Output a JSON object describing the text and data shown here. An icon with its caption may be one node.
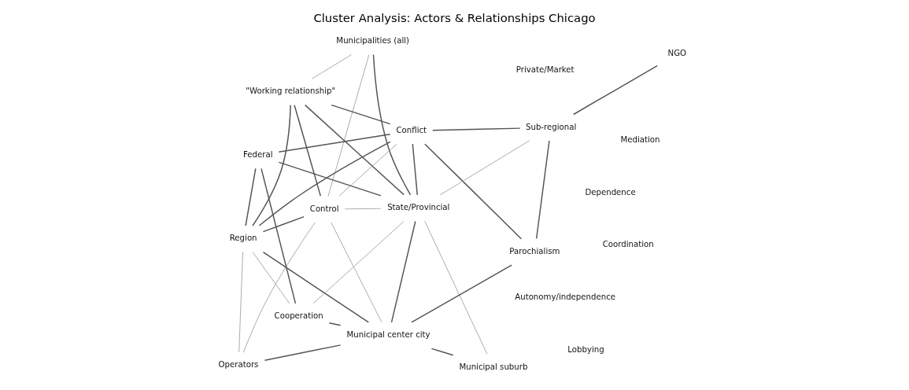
{
  "diagram": {
    "title": "Cluster Analysis: Actors & Relationships Chicago",
    "nodes": [
      {
        "text": [
          "Dependence"
        ]
      },
      {
        "text": [
          "Lobbying"
        ]
      },
      {
        "text": [
          "Private/Market"
        ]
      },
      {
        "text": [
          "Mediation"
        ]
      },
      {
        "text": [
          "Operators"
        ]
      },
      {
        "text": [
          "Municipal suburb"
        ]
      },
      {
        "text": [
          "Municipal center city"
        ]
      },
      {
        "text": [
          "Municipalities (all)"
        ]
      },
      {
        "text": [
          "Region"
        ]
      },
      {
        "text": [
          "Federal"
        ]
      },
      {
        "text": [
          "State/Provincial"
        ]
      },
      {
        "text": [
          "Control"
        ]
      },
      {
        "text": [
          "Conflict"
        ]
      },
      {
        "text": [
          "Parochialism"
        ]
      },
      {
        "text": [
          "Cooperation"
        ]
      },
      {
        "text": [
          "\"Working relationship\""
        ]
      },
      {
        "text": [
          "Sub-regional"
        ]
      },
      {
        "text": [
          "Coordination"
        ]
      },
      {
        "text": [
          "NGO"
        ]
      },
      {
        "text": [
          "Autonomy/independence"
        ]
      }
    ],
    "edges": [
      {
        "from": 5,
        "to": 6,
        "arrow": "none"
      },
      {
        "from": 5,
        "to": 10,
        "arrow": "none",
        "color": "#9a9a9a"
      },
      {
        "from": 6,
        "to": 4,
        "arrow": "none"
      },
      {
        "from": 6,
        "to": 13,
        "arrow": "none"
      },
      {
        "from": 6,
        "to": 10,
        "arrow": "none"
      },
      {
        "from": 6,
        "to": 8,
        "arrow": "none"
      },
      {
        "from": 6,
        "to": 14,
        "arrow": "none"
      },
      {
        "from": 6,
        "to": 11,
        "arrow": "none",
        "color": "#9a9a9a"
      },
      {
        "from": 4,
        "to": 11,
        "arrow": "none",
        "color": "#9a9a9a"
      },
      {
        "from": 4,
        "to": 8,
        "arrow": "none",
        "color": "#9a9a9a"
      },
      {
        "from": 7,
        "to": 10,
        "arrow": "none"
      },
      {
        "from": 7,
        "to": 11,
        "arrow": "none",
        "color": "#9a9a9a"
      },
      {
        "from": 7,
        "to": 15,
        "arrow": "none",
        "color": "#9a9a9a"
      },
      {
        "from": 8,
        "to": 9,
        "arrow": "none"
      },
      {
        "from": 10,
        "to": 9,
        "arrow": "none"
      },
      {
        "from": 12,
        "to": 9,
        "arrow": "none"
      },
      {
        "from": 12,
        "to": 8,
        "arrow": "none"
      },
      {
        "from": 12,
        "to": 10,
        "arrow": "none"
      },
      {
        "from": 9,
        "to": 14,
        "arrow": "none"
      },
      {
        "from": 8,
        "to": 11,
        "arrow": "none"
      },
      {
        "from": 10,
        "to": 11,
        "arrow": "none",
        "color": "#9a9a9a"
      },
      {
        "from": 12,
        "to": 11,
        "arrow": "none",
        "color": "#9a9a9a"
      },
      {
        "from": 8,
        "to": 14,
        "arrow": "none",
        "color": "#9a9a9a"
      },
      {
        "from": 8,
        "to": 15,
        "arrow": "none"
      },
      {
        "from": 10,
        "to": 15,
        "arrow": "none"
      },
      {
        "from": 10,
        "to": 14,
        "arrow": "none",
        "color": "#9a9a9a"
      },
      {
        "from": 15,
        "to": 11,
        "arrow": "none"
      },
      {
        "from": 12,
        "to": 15,
        "arrow": "none"
      },
      {
        "from": 12,
        "to": 13,
        "arrow": "none"
      },
      {
        "from": 12,
        "to": 16,
        "arrow": "none"
      },
      {
        "from": 16,
        "to": 10,
        "arrow": "none",
        "color": "#9a9a9a"
      },
      {
        "from": 13,
        "to": 16,
        "arrow": "none"
      },
      {
        "from": 16,
        "to": 18,
        "arrow": "none"
      }
    ]
  }
}
